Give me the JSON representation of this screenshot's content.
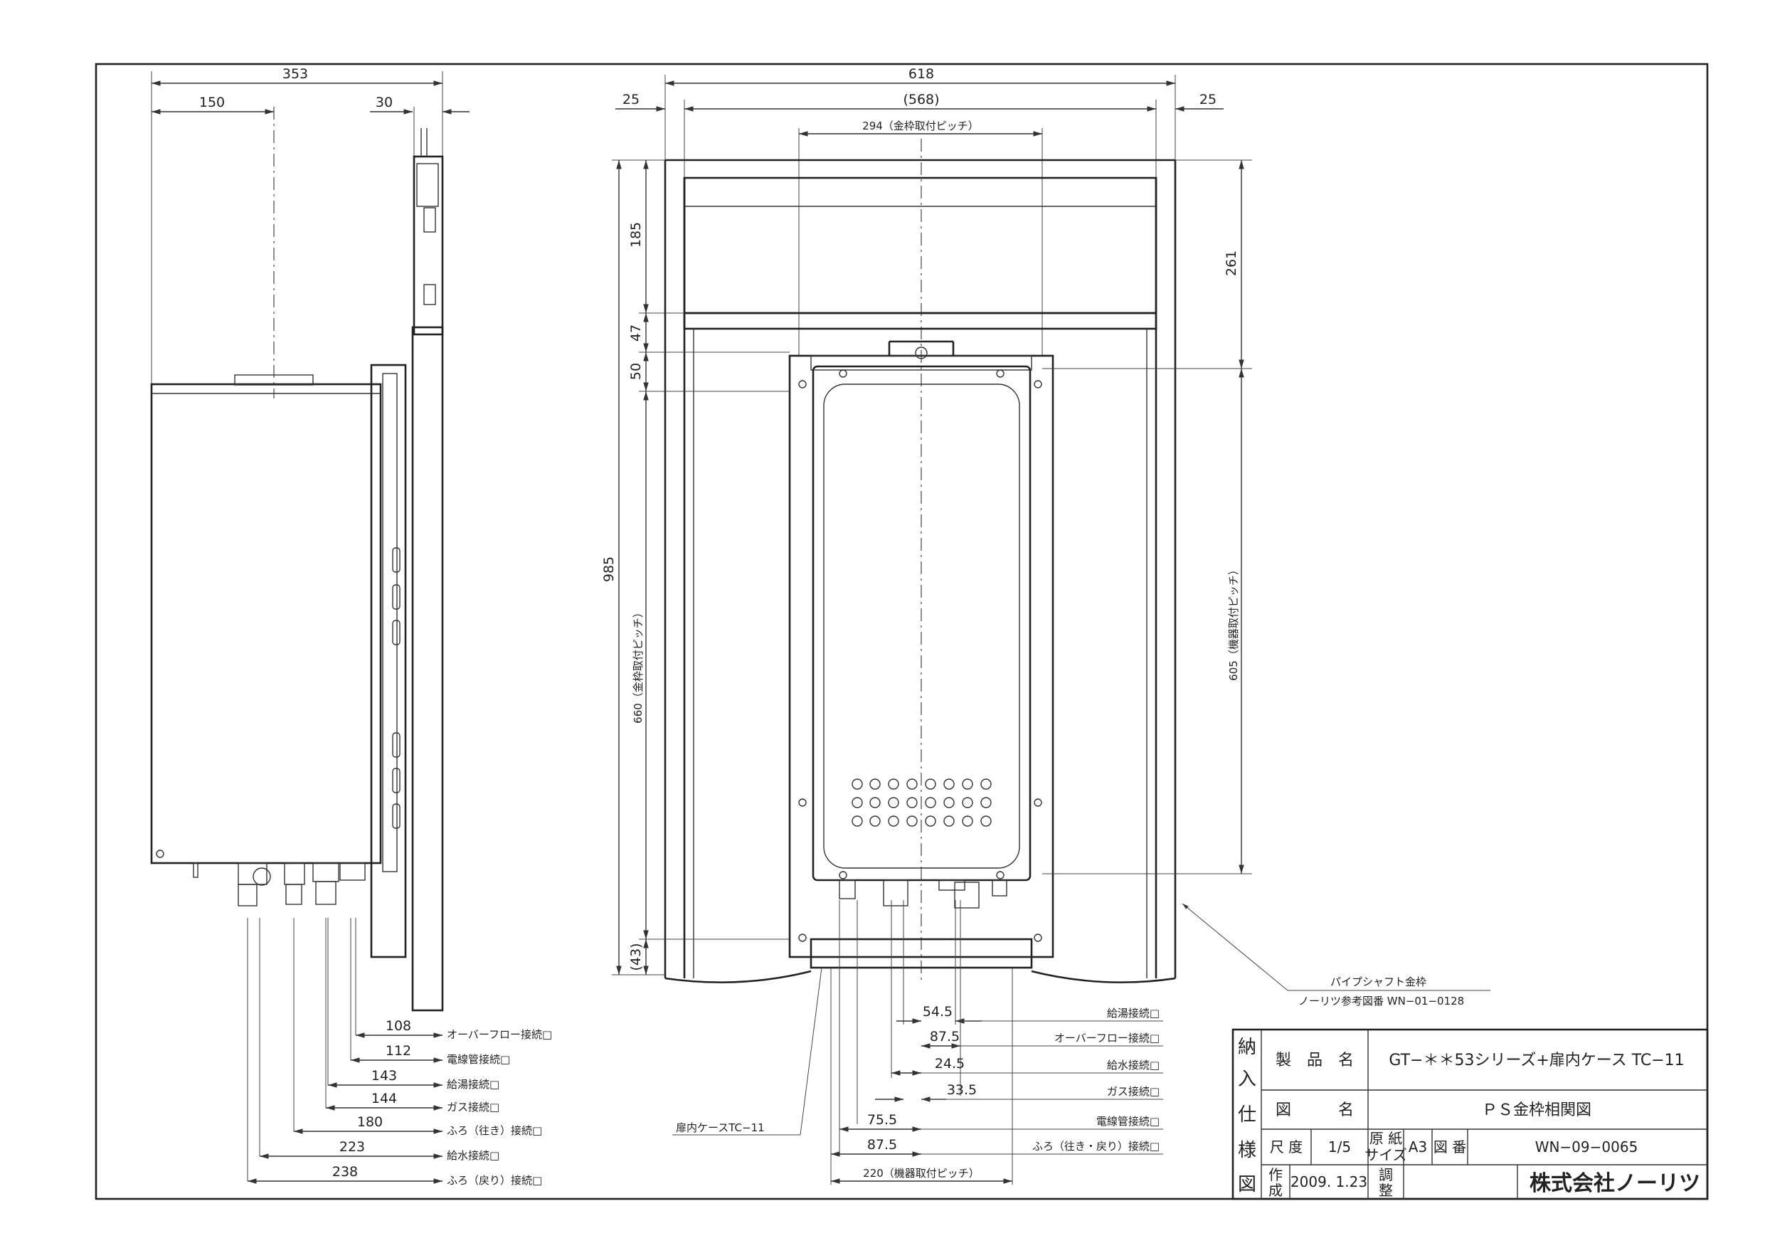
{
  "side_view": {
    "dims": {
      "width_total": "353",
      "width_left": "150",
      "width_right": "30"
    },
    "connections": [
      {
        "value": "108",
        "label": "オーバーフロー接続□"
      },
      {
        "value": "112",
        "label": "電線管接続□"
      },
      {
        "value": "143",
        "label": "給湯接続□"
      },
      {
        "value": "144",
        "label": "ガス接続□"
      },
      {
        "value": "180",
        "label": "ふろ（往き）接続□"
      },
      {
        "value": "223",
        "label": "給水接続□"
      },
      {
        "value": "238",
        "label": "ふろ（戻り）接続□"
      }
    ]
  },
  "front_view": {
    "dims": {
      "total_width": "618",
      "inner_width": "(568)",
      "side_left": "25",
      "side_right": "25",
      "frame_pitch_width": "294（金枠取付ピッチ）",
      "height_185": "185",
      "height_47": "47",
      "height_50": "50",
      "height_985": "985",
      "height_660": "660（金枠取付ピッチ）",
      "height_43": "(43)",
      "height_261": "261",
      "height_605": "605（機器取付ピッチ）"
    },
    "connections": [
      {
        "value": "54.5",
        "label": "給湯接続□"
      },
      {
        "value": "87.5",
        "label": "オーバーフロー接続□"
      },
      {
        "value": "24.5",
        "label": "給水接続□"
      },
      {
        "value": "33.5",
        "label": "ガス接続□"
      },
      {
        "value": "75.5",
        "label": "電線管接続□"
      },
      {
        "value": "87.5",
        "label": "ふろ（往き・戻り）接続□"
      }
    ],
    "bottom_pitch": "220（機器取付ピッチ）",
    "case_label": "扉内ケースTC−11",
    "pipe_shaft_label": "パイプシャフト金枠",
    "pipe_shaft_ref": "ノーリツ参考図番  WN−01−0128"
  },
  "title_block": {
    "side_chars": [
      "納",
      "入",
      "仕",
      "様",
      "図"
    ],
    "product_label": "製　品　名",
    "product_value": "GT−＊＊53シリーズ+扉内ケース  TC−11",
    "drawing_label": "図　　　名",
    "drawing_value": "ＰＳ金枠相関図",
    "scale_label": "尺 度",
    "scale_value": "1/5",
    "paper_label_1": "原 紙",
    "paper_label_2": "サイズ",
    "paper_value": "A3",
    "number_label": "図 番",
    "number_value": "WN−09−0065",
    "made_label_1": "作",
    "made_label_2": "成",
    "made_value": "2009. 1.23",
    "adjust_label_1": "調",
    "adjust_label_2": "整",
    "company": "株式会社ノーリツ"
  }
}
